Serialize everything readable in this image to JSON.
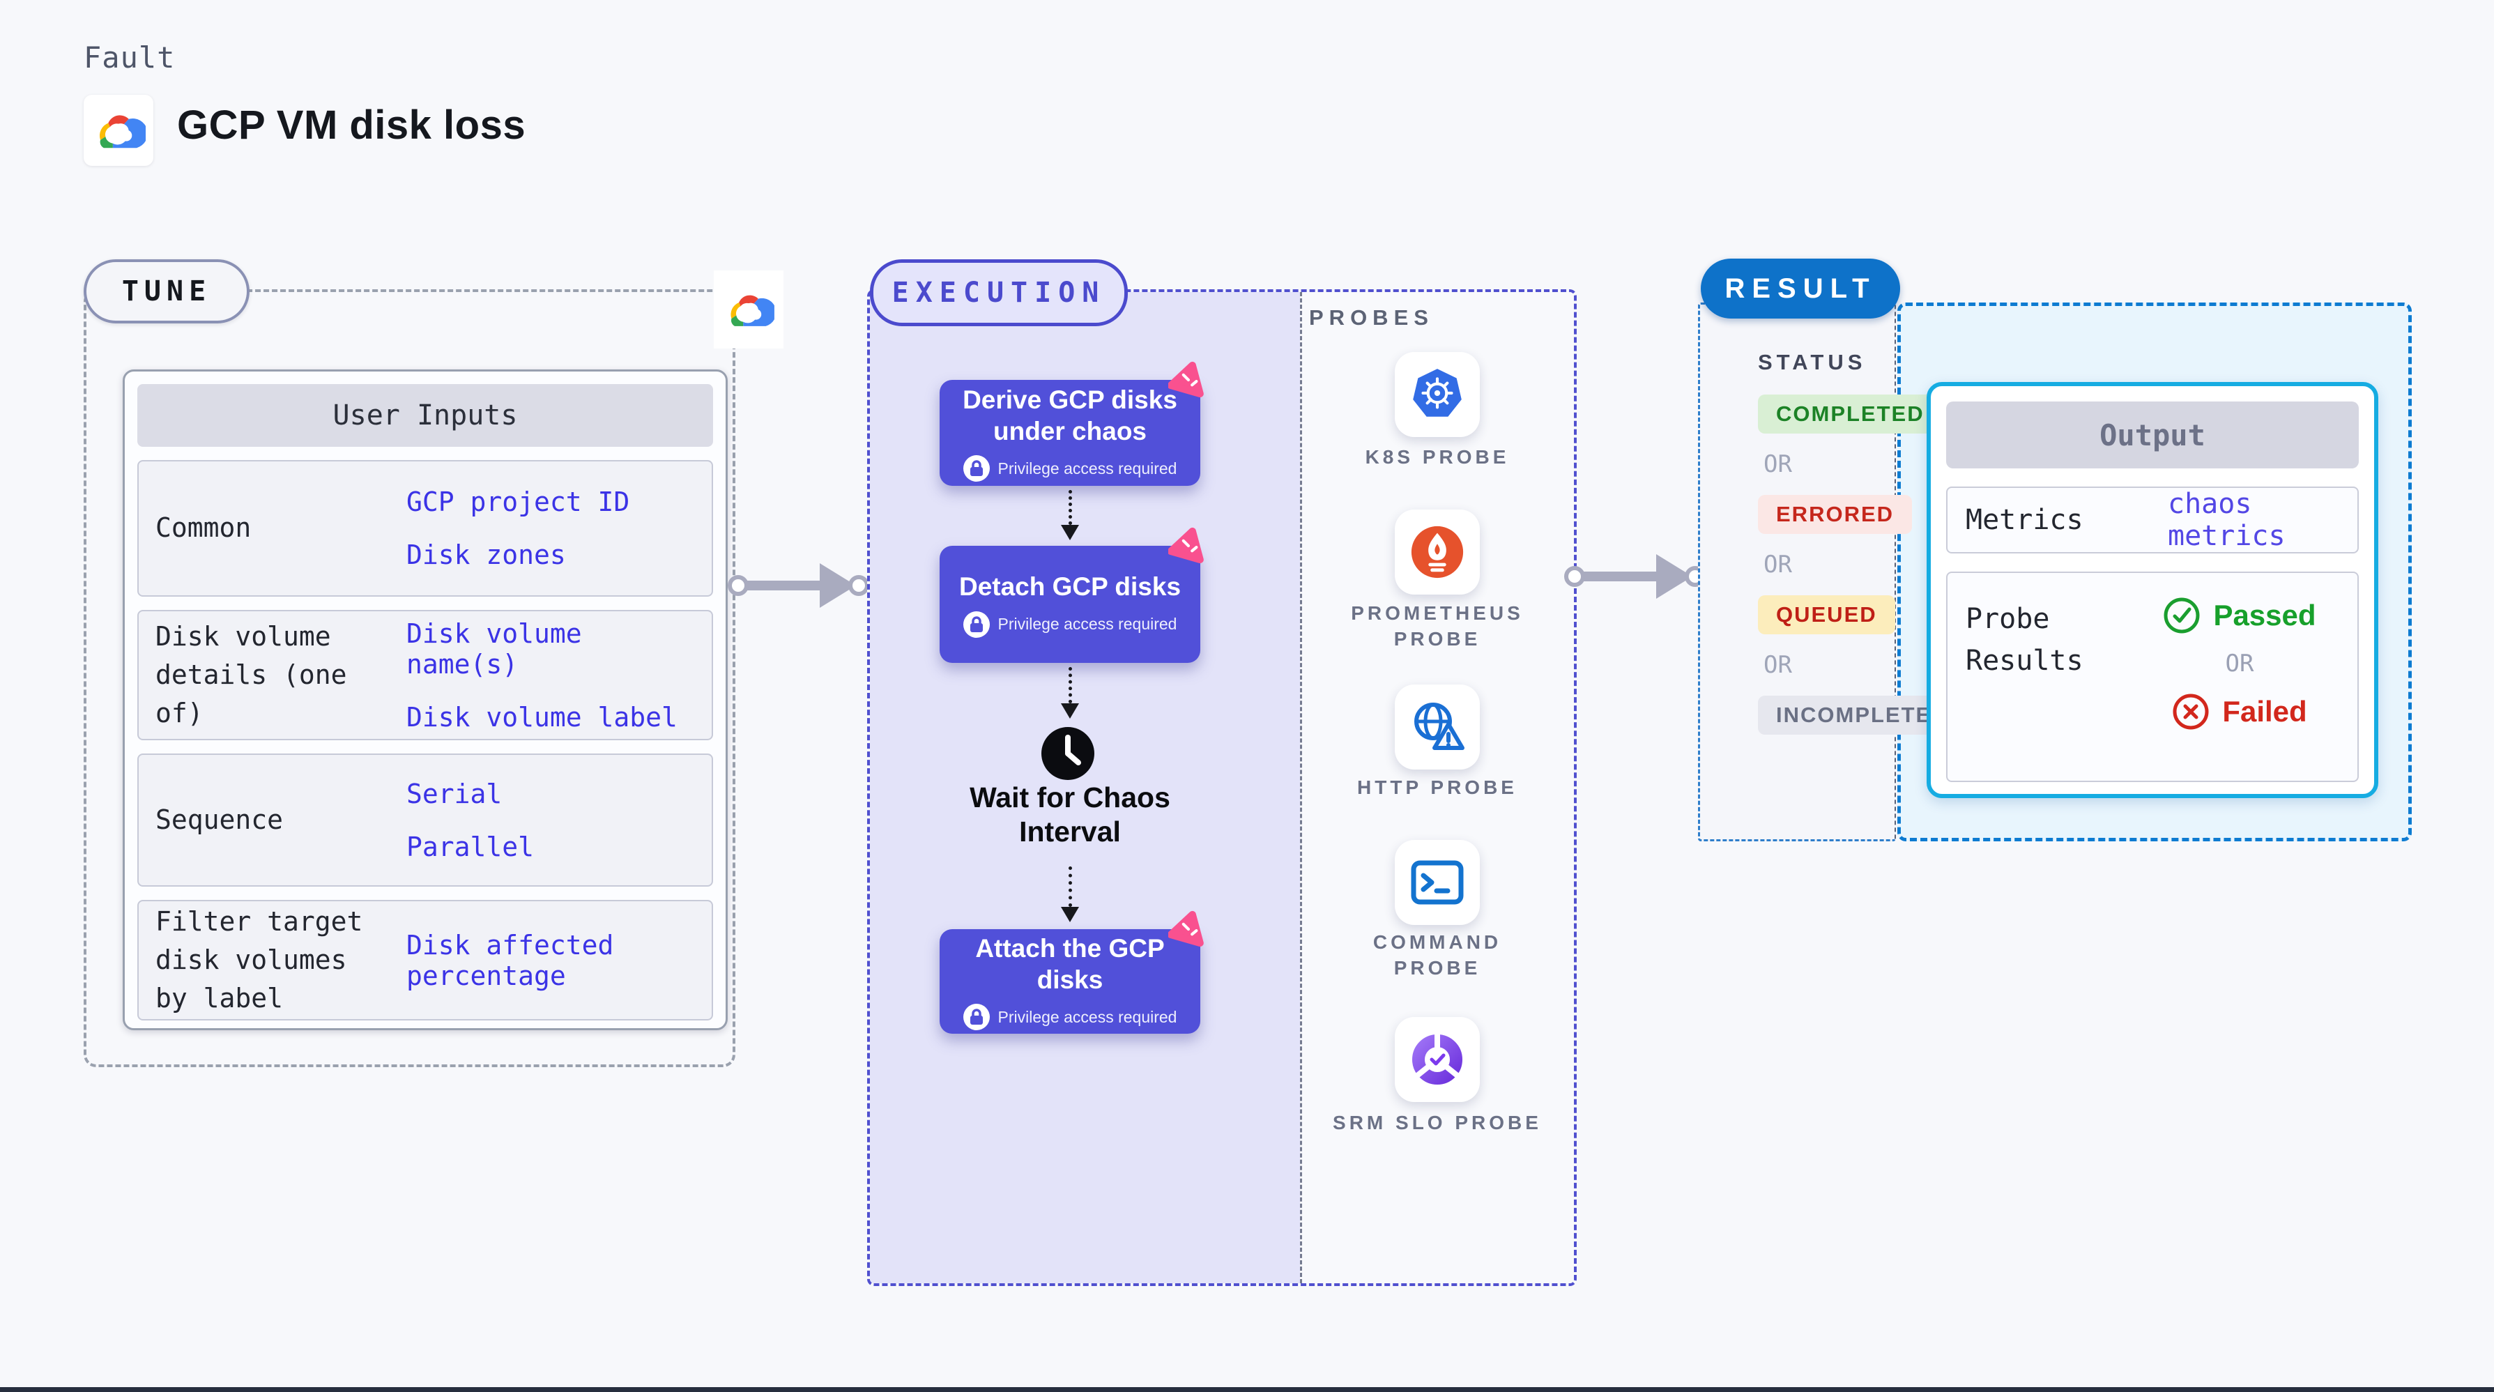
{
  "header": {
    "kicker": "Fault",
    "title": "GCP VM disk loss"
  },
  "tune": {
    "label": "TUNE",
    "user_inputs": {
      "title": "User Inputs",
      "rows": [
        {
          "label": "Common",
          "values": [
            "GCP project ID",
            "Disk zones"
          ]
        },
        {
          "label": "Disk volume details (one of)",
          "values": [
            "Disk volume name(s)",
            "Disk volume label"
          ]
        },
        {
          "label": "Sequence",
          "values": [
            "Serial",
            "Parallel"
          ]
        },
        {
          "label": "Filter target disk volumes by label",
          "values": [
            "Disk affected percentage"
          ]
        }
      ]
    }
  },
  "execution": {
    "label": "EXECUTION",
    "steps": [
      {
        "title": "Derive GCP disks under chaos",
        "badge": "Privilege access required"
      },
      {
        "title": "Detach GCP disks",
        "badge": "Privilege access required"
      },
      {
        "title": "Wait for Chaos Interval",
        "type": "wait"
      },
      {
        "title": "Attach the GCP disks",
        "badge": "Privilege access required"
      }
    ]
  },
  "probes": {
    "label": "PROBES",
    "items": [
      {
        "name": "K8S PROBE",
        "icon": "kubernetes-icon"
      },
      {
        "name": "PROMETHEUS PROBE",
        "icon": "prometheus-icon"
      },
      {
        "name": "HTTP PROBE",
        "icon": "http-globe-warning-icon"
      },
      {
        "name": "COMMAND PROBE",
        "icon": "terminal-icon"
      },
      {
        "name": "SRM SLO PROBE",
        "icon": "slo-donut-check-icon"
      }
    ]
  },
  "result": {
    "label": "RESULT",
    "status": {
      "heading": "STATUS",
      "or": "OR",
      "options": [
        {
          "label": "COMPLETED",
          "fg": "#1c8226",
          "bg": "#d9efd4"
        },
        {
          "label": "ERRORED",
          "fg": "#c5271c",
          "bg": "#fbe7e5"
        },
        {
          "label": "QUEUED",
          "fg": "#bf1f16",
          "bg": "#fcedbc"
        },
        {
          "label": "INCOMPLETED",
          "fg": "#6a7084",
          "bg": "#e6e7ee"
        }
      ]
    },
    "output": {
      "title": "Output",
      "metrics_label": "Metrics",
      "metrics_value": "chaos metrics",
      "probe_results_label": "Probe Results",
      "passed": "Passed",
      "or": "OR",
      "failed": "Failed"
    }
  },
  "colors": {
    "node_indigo": "#5150d9",
    "execution_purple": "#4b4acd",
    "execution_fill": "#e3e3f9",
    "result_blue": "#0e72c9",
    "output_border_cyan": "#16ace2",
    "cyan_fill": "#e8f5fd",
    "value_blue": "#3b33e6",
    "metrics_purple": "#5347e5",
    "passed_green": "#17a02b",
    "failed_red": "#d2271c",
    "chaos_pink": "#f9518f",
    "kubernetes_blue": "#326ce5",
    "prometheus_orange": "#e6522c"
  }
}
